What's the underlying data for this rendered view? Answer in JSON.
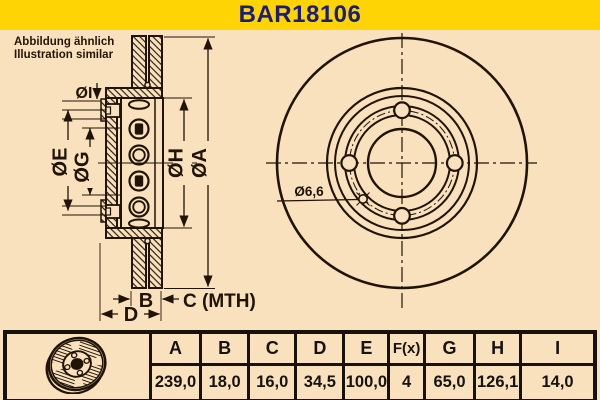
{
  "banner": {
    "title": "BAR18106"
  },
  "note": {
    "line1": "Abbildung ähnlich",
    "line2": "Illustration similar"
  },
  "drawing": {
    "section": {
      "dia_i": "ØI",
      "dia_e": "ØE",
      "dia_g": "ØG",
      "dia_h": "ØH",
      "dia_a": "ØA",
      "b": "B",
      "c": "C (MTH)",
      "d": "D"
    },
    "front": {
      "small_hole_dia": "Ø6,6"
    }
  },
  "table": {
    "columns": [
      {
        "header": "A",
        "value": "239,0"
      },
      {
        "header": "B",
        "value": "18,0"
      },
      {
        "header": "C",
        "value": "16,0"
      },
      {
        "header": "D",
        "value": "34,5"
      },
      {
        "header": "E",
        "value": "100,0"
      },
      {
        "header": "F(x)",
        "value": "4"
      },
      {
        "header": "G",
        "value": "65,0"
      },
      {
        "header": "H",
        "value": "126,1"
      },
      {
        "header": "I",
        "value": "14,0"
      }
    ]
  },
  "colors": {
    "background": "#f8e1bc",
    "banner": "#ffd405",
    "title_text": "#191d7c",
    "line": "#211407"
  }
}
